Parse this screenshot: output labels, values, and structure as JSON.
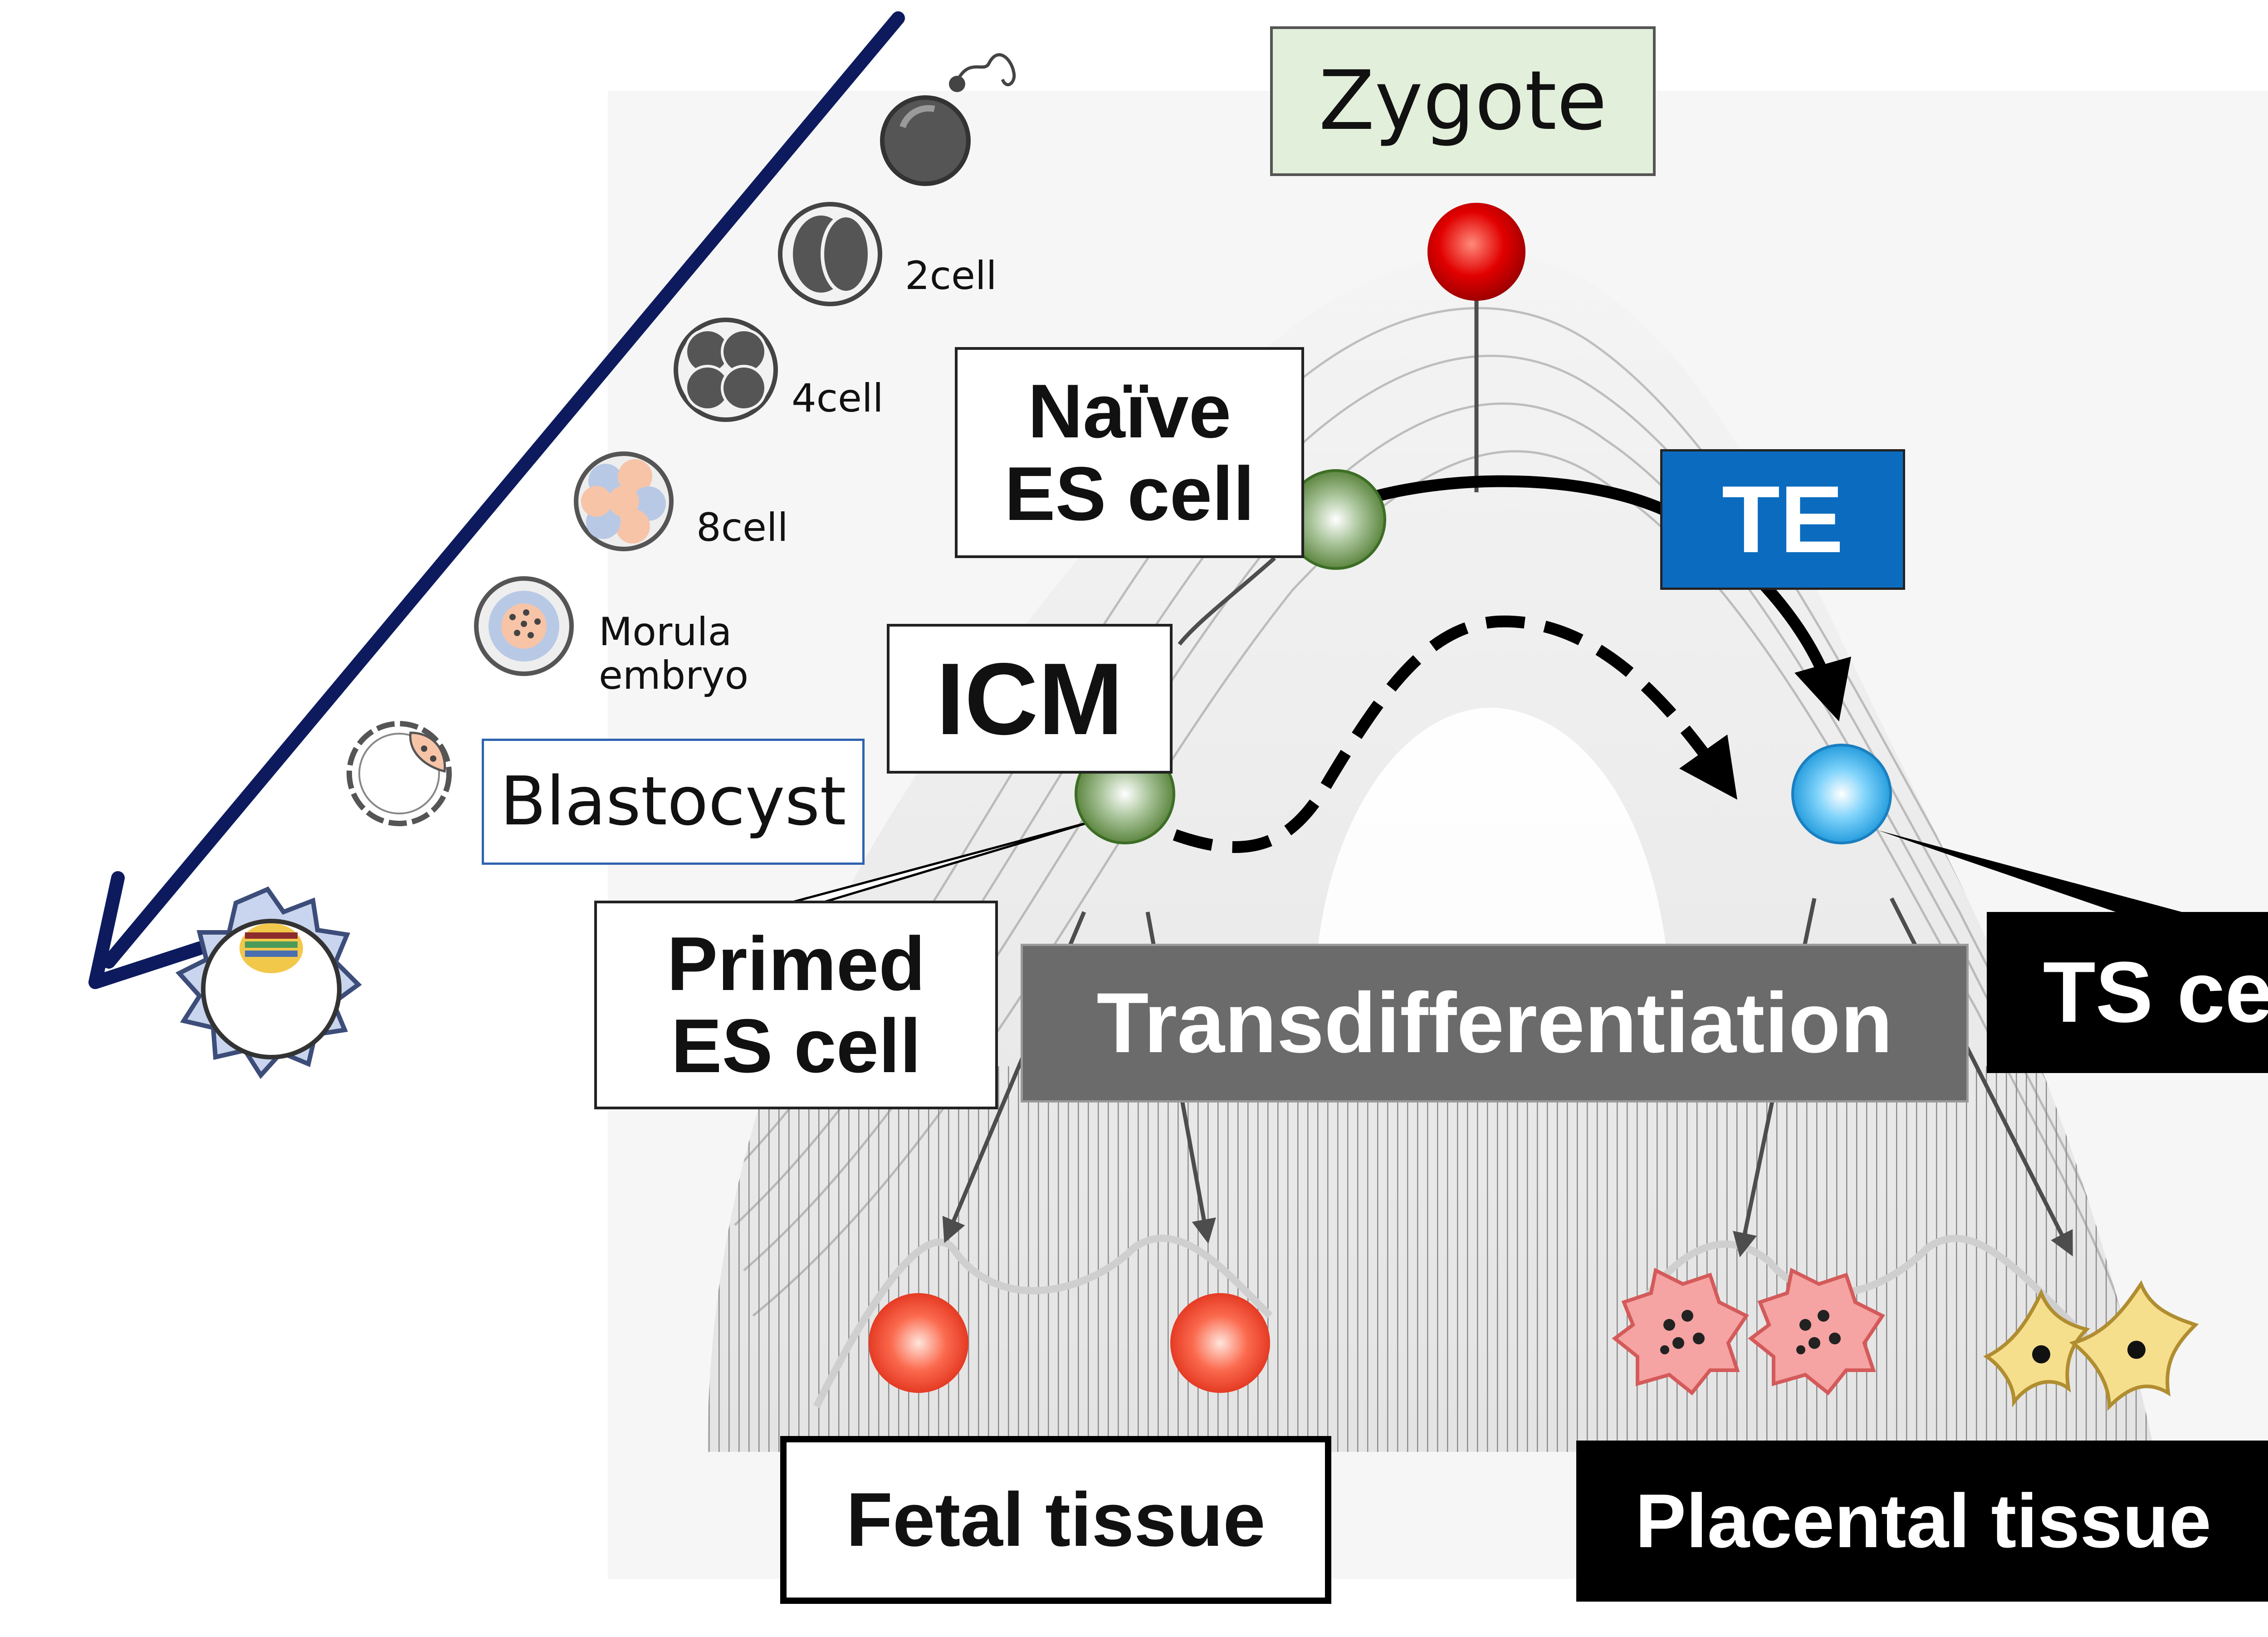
{
  "stages": {
    "two_cell": "2cell",
    "four_cell": "4cell",
    "eight_cell": "8cell",
    "morula_line1": "Morula",
    "morula_line2": "embryo",
    "blastocyst": "Blastocyst"
  },
  "boxes": {
    "zygote": "Zygote",
    "naive_line1": "Naïve",
    "naive_line2": "ES cell",
    "icm": "ICM",
    "primed_line1": "Primed",
    "primed_line2": "ES cell",
    "te": "TE",
    "ts_cell": "TS cell",
    "transdifferentiation": "Transdifferentiation",
    "fetal_tissue": "Fetal tissue",
    "placental_tissue": "Placental tissue"
  },
  "colors": {
    "timeline_arrow": "#0d1b5e",
    "zygote_box_fill": "#e2efda",
    "te_box_fill": "#0b6cbf",
    "transdiff_box_fill": "#6b6b6b",
    "blastocyst_box_border": "#2e62b0",
    "zygote_cell": "#d10000",
    "pluripotent_cell": "#5e8a3c",
    "ts_cell": "#3cb4ee",
    "fetal_cell": "#ee3a1c",
    "placental_cell_pink": "#f5a3a3",
    "placental_cell_yellow": "#f6df8c"
  },
  "icons": [
    "oocyte-icon",
    "two-cell-embryo-icon",
    "four-cell-embryo-icon",
    "eight-cell-embryo-icon",
    "morula-icon",
    "blastocyst-icon",
    "implanted-embryo-icon"
  ]
}
